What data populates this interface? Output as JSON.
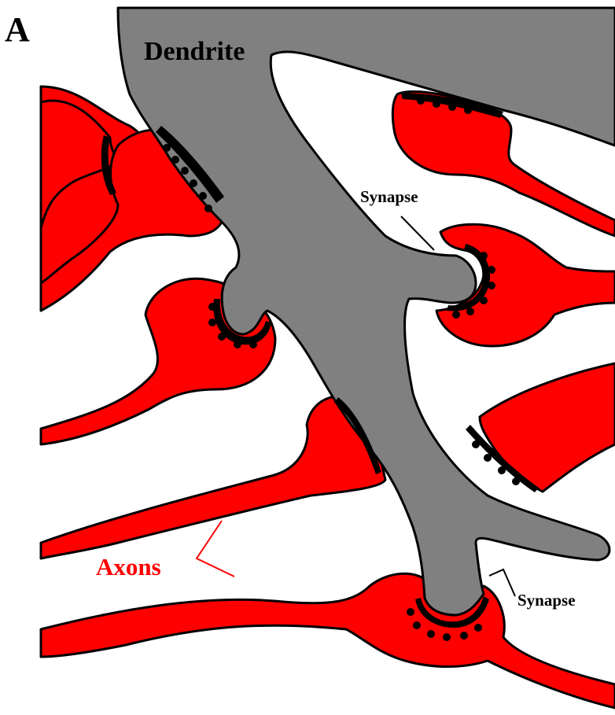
{
  "figure": {
    "panel_label": "A",
    "labels": {
      "dendrite": "Dendrite",
      "synapse_upper": "Synapse",
      "synapse_lower": "Synapse",
      "axons": "Axons"
    }
  },
  "colors": {
    "axon": "#ff0000",
    "dendrite": "#808080",
    "synaptic_vesicles": "#000000",
    "background": "#ffffff",
    "axons_label": "#ff0000"
  }
}
